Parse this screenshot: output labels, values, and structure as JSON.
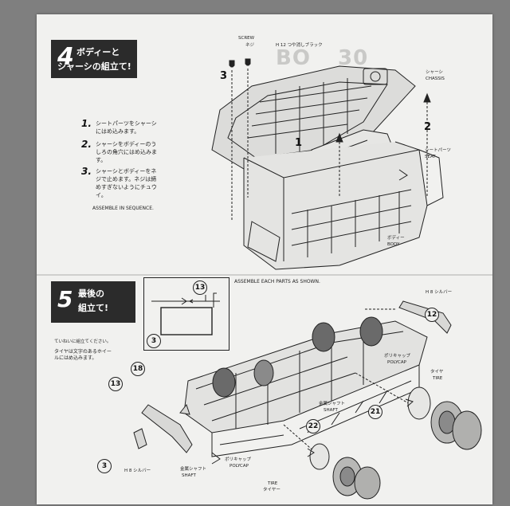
{
  "step4": {
    "number": "4",
    "title_line1": "ボディーと",
    "title_line2": "シャーシの組立て!",
    "instructions": [
      {
        "num": "1.",
        "text": "シートパーツをシャーシにはめ込みます。"
      },
      {
        "num": "2.",
        "text": "シャーシをボディーのうしろの角穴にはめ込みます。"
      },
      {
        "num": "3.",
        "text": "シャーシとボディーをネジで止めます。ネジは締めすぎないようにチュウイ。"
      }
    ],
    "assemble_note": "ASSEMBLE IN SEQUENCE.",
    "labels": {
      "screw_en": "SCREW",
      "screw_jp": "ネジ",
      "paint": "H 12 つや消しブラック",
      "chassis_jp": "シャーシ",
      "chassis_en": "CHASSIS",
      "seat_jp": "シートパーツ",
      "seat_en": "SEAT",
      "body_jp": "ボディー",
      "body_en": "BODY",
      "callout_1": "1",
      "callout_2": "2",
      "callout_3": "3"
    }
  },
  "step5": {
    "number": "5",
    "title_line1": "最後の",
    "title_line2": "組立て!",
    "notes": [
      "ていねいに組立てください。",
      "タイヤは文字のあるホイールにはめ込みます。"
    ],
    "assemble_note": "ASSEMBLE EACH PARTS AS SHOWN.",
    "labels": {
      "silver_right": "H 8 シルバー",
      "silver_left": "H 8 シルバー",
      "polycap_jp": "ポリキャップ",
      "polycap_en": "POLYCAP",
      "tire_jp": "タイヤ",
      "tire_en": "TIRE",
      "shaft_jp": "金属シャフト",
      "shaft_en": "SHAFT",
      "shaft2_jp": "金属シャフト",
      "shaft2_en": "SHAFT",
      "polycap2_jp": "ポリキャップ",
      "polycap2_en": "POLYCAP",
      "tire2_en": "TIRE",
      "tire2_jp": "タイヤー"
    },
    "part_numbers": [
      "13",
      "3",
      "12",
      "18",
      "13",
      "21",
      "22",
      "3"
    ]
  },
  "colors": {
    "page": "#f1f1ef",
    "background": "#7f7f7f",
    "header": "#2b2b2b",
    "ink": "#222222"
  }
}
